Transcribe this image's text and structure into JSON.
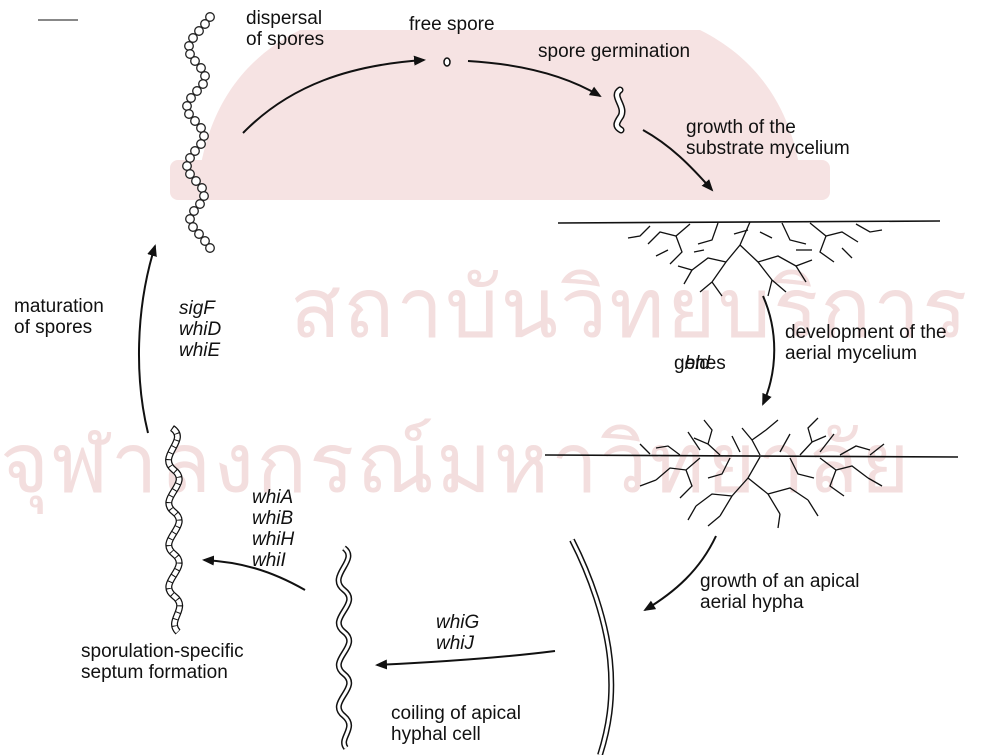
{
  "watermark": {
    "line1": "สถาบันวิทยบริการ",
    "line2": "จุฬาลงกรณ์มหาวิทยาลัย"
  },
  "stages": {
    "dispersal": "dispersal\nof spores",
    "free_spore": "free spore",
    "germination": "spore germination",
    "substrate": "growth of the\nsubstrate mycelium",
    "aerial_dev": "development of the\naerial mycelium",
    "apical": "growth of an apical\naerial hypha",
    "coiling": "coiling of apical\nhyphal cell",
    "septum": "sporulation-specific\nseptum formation",
    "maturation": "maturation\nof spores"
  },
  "genes": {
    "bld_name": "bld",
    "bld_suffix": "genes",
    "late": "sigF\nwhiD\nwhiE",
    "mid": "whiA\nwhiB\nwhiH\nwhiI",
    "early": "whiG\nwhiJ"
  },
  "colors": {
    "ink": "#111111",
    "watermark": "#f3dede",
    "watermark_seal": "#f6e3e3"
  }
}
